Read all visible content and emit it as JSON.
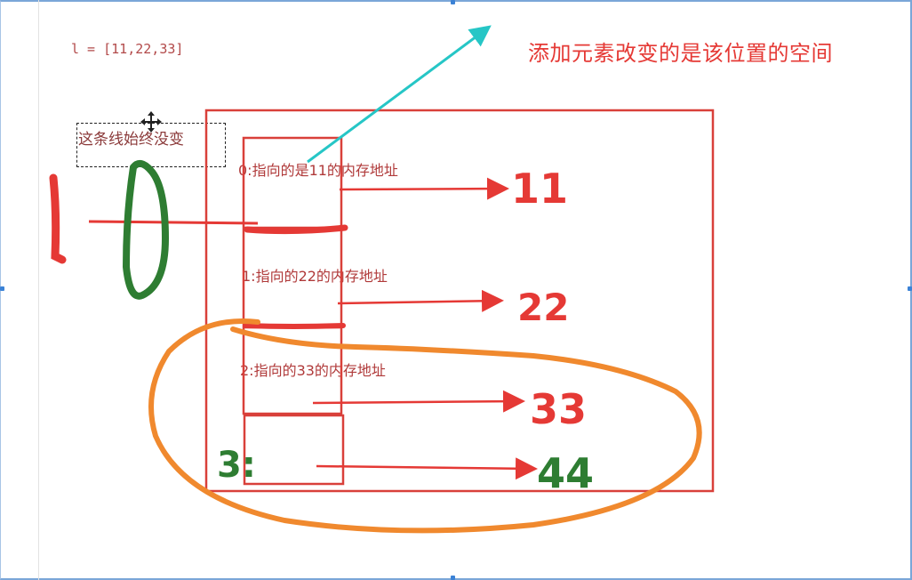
{
  "code": {
    "line": "l = [11,22,33]"
  },
  "caption": "添加元素改变的是该位置的空间",
  "note": "这条线始终没变",
  "cells": [
    {
      "label": "0:指向的是11的内存地址",
      "value": "11"
    },
    {
      "label": "1:指向的22的内存地址",
      "value": "22"
    },
    {
      "label": "2:指向的33的内存地址",
      "value": "33"
    }
  ],
  "added": {
    "index": "3:",
    "value": "44"
  },
  "variable": "l",
  "colors": {
    "red": "#e53935",
    "green": "#2e7d32",
    "orange": "#f0892e",
    "cyan": "#26c6c6",
    "box": "#d9403a"
  },
  "icons": {
    "move_cursor": "move-cursor-icon"
  }
}
